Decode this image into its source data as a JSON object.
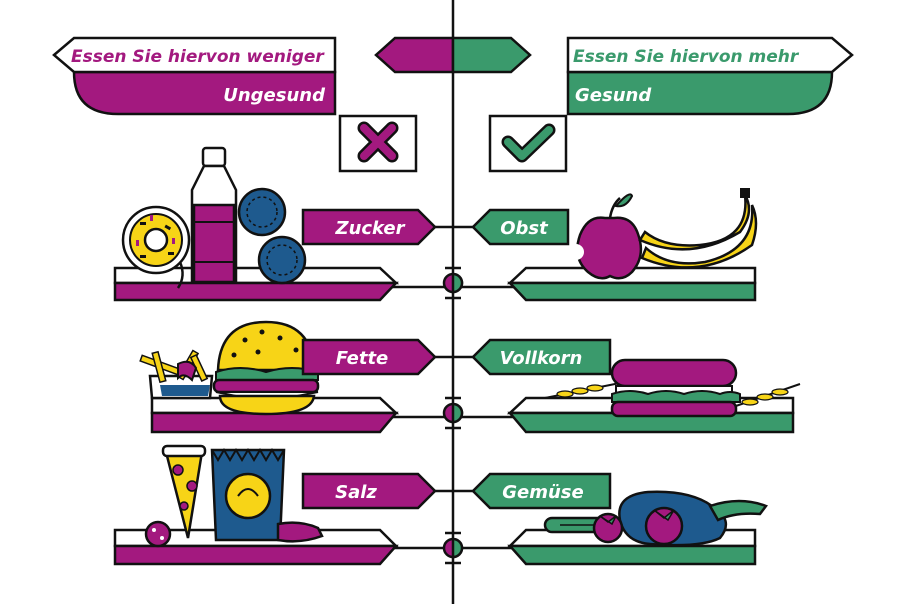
{
  "colors": {
    "unhealthy": "#a3197f",
    "healthy": "#3a9a6c",
    "yellow": "#f7d417",
    "blue": "#1e5a8e",
    "outline": "#111111"
  },
  "header": {
    "left_instruction": "Essen Sie hiervon weniger",
    "left_title": "Ungesund",
    "right_instruction": "Essen Sie hiervon mehr",
    "right_title": "Gesund"
  },
  "marks": {
    "left_icon": "x-mark-icon",
    "right_icon": "check-mark-icon"
  },
  "rows": [
    {
      "left_label": "Zucker",
      "right_label": "Obst"
    },
    {
      "left_label": "Fette",
      "right_label": "Vollkorn"
    },
    {
      "left_label": "Salz",
      "right_label": "Gemüse"
    }
  ]
}
